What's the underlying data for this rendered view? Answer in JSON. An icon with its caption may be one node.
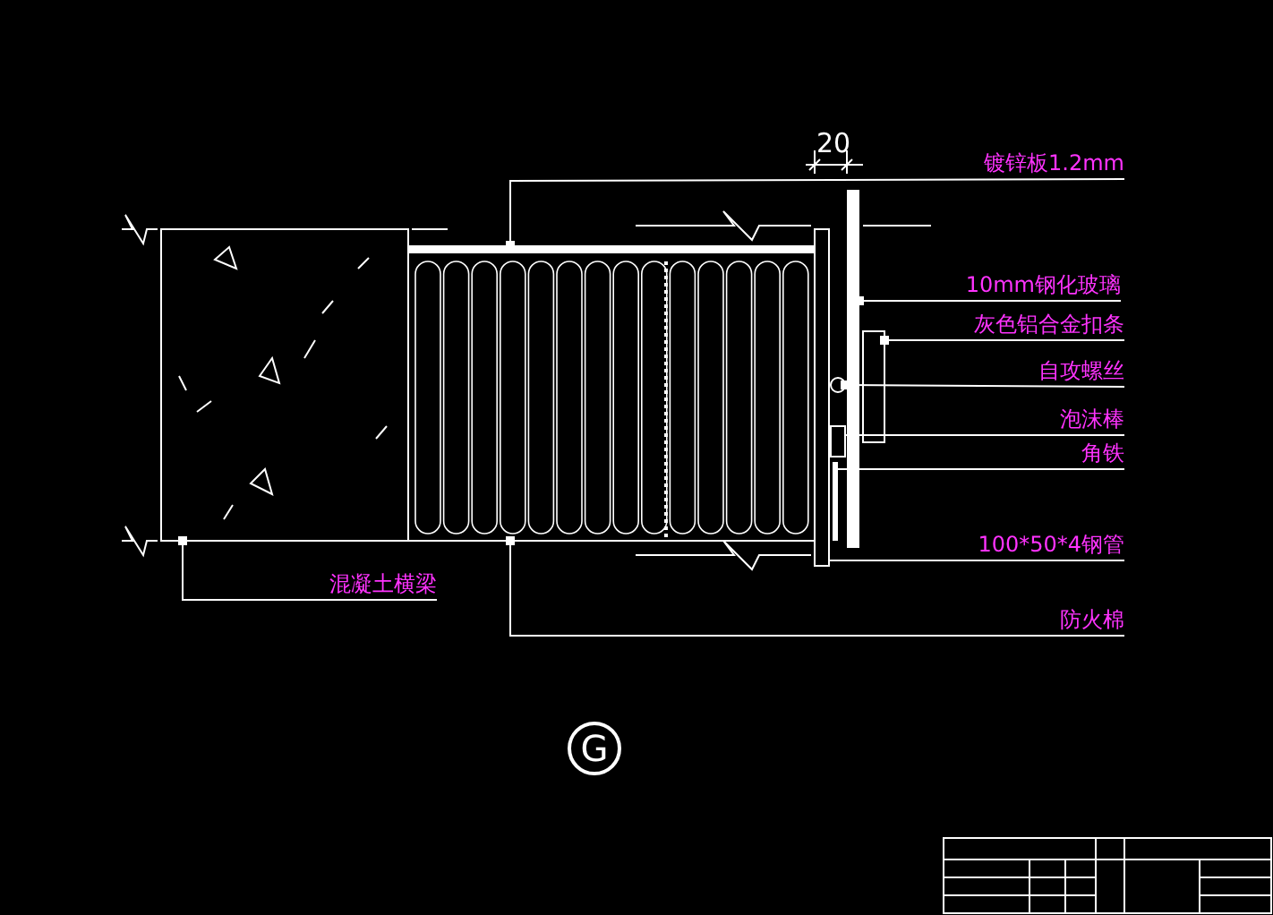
{
  "diagram": {
    "nodes": [
      {
        "text": [
          "镀锌板1.2mm"
        ]
      },
      {
        "text": [
          "10mm钢化玻璃"
        ]
      },
      {
        "text": [
          "灰色铝合金扣条"
        ]
      },
      {
        "text": [
          "自攻螺丝"
        ]
      },
      {
        "text": [
          "泡沫棒"
        ]
      },
      {
        "text": [
          "角铁"
        ]
      },
      {
        "text": [
          "100*50*4钢管"
        ]
      },
      {
        "text": [
          "防火棉"
        ]
      },
      {
        "text": [
          "混凝土横梁"
        ]
      },
      {
        "text": [
          "G"
        ]
      },
      {
        "text": [],
        "shape": "bar"
      },
      {
        "text": [],
        "shape": "bar"
      },
      {
        "text": [],
        "shape": "box"
      },
      {
        "text": [],
        "shape": "circle"
      },
      {
        "text": [],
        "shape": "box"
      },
      {
        "text": [],
        "shape": "bar"
      },
      {
        "text": [],
        "shape": "box"
      },
      {
        "text": [],
        "shape": "box"
      },
      {
        "text": [],
        "shape": "box"
      }
    ],
    "edges": [
      {
        "from": 0,
        "to": 10,
        "arrow": "other"
      },
      {
        "from": 1,
        "to": 11,
        "arrow": "other"
      },
      {
        "from": 2,
        "to": 12,
        "arrow": "other"
      },
      {
        "from": 3,
        "to": 13,
        "arrow": "other"
      },
      {
        "from": 4,
        "to": 14,
        "arrow": "none"
      },
      {
        "from": 5,
        "to": 15,
        "arrow": "none"
      },
      {
        "from": 6,
        "to": 16,
        "arrow": "none"
      },
      {
        "from": 7,
        "to": 17,
        "arrow": "other"
      },
      {
        "from": 8,
        "to": 18,
        "arrow": "other"
      }
    ],
    "labels": [
      "20"
    ]
  }
}
